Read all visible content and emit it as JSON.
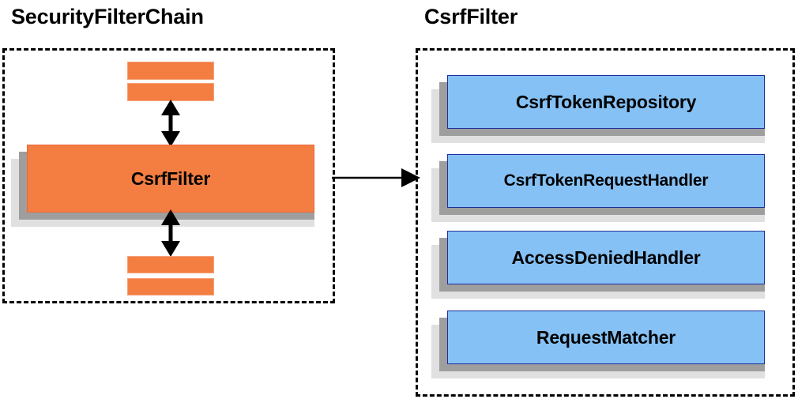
{
  "diagram": {
    "title_left": "SecurityFilterChain",
    "title_right": "CsrfFilter",
    "colors": {
      "orange_fill": "#f47e42",
      "orange_border": "#e8673a",
      "blue_fill": "#85c1f5",
      "blue_border": "#1d2f9b",
      "shadow_dark": "#9e9e9e",
      "shadow_light": "#e0e0e0",
      "stroke": "#000000"
    }
  },
  "left_panel": {
    "title": "SecurityFilterChain",
    "main_box": {
      "label": "CsrfFilter"
    },
    "bars_top": [
      {
        "label": ""
      },
      {
        "label": ""
      }
    ],
    "bars_bottom": [
      {
        "label": ""
      },
      {
        "label": ""
      }
    ],
    "arrows": [
      {
        "name": "arrow-top-bidirectional",
        "direction": "both"
      },
      {
        "name": "arrow-bottom-bidirectional",
        "direction": "both"
      }
    ]
  },
  "right_panel": {
    "title": "CsrfFilter",
    "collaborators": [
      {
        "label": "CsrfTokenRepository"
      },
      {
        "label": "CsrfTokenRequestHandler"
      },
      {
        "label": "AccessDeniedHandler"
      },
      {
        "label": "RequestMatcher"
      }
    ]
  },
  "connector": {
    "name": "arrow-left-to-right",
    "direction": "right"
  }
}
